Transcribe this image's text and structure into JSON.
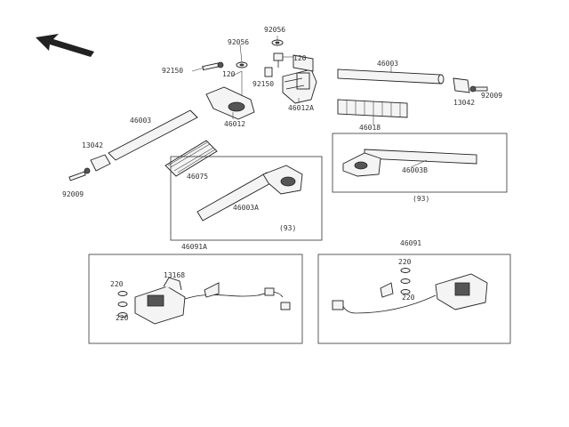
{
  "diagram": {
    "arrow_icon": "arrow-up-left-icon",
    "labels": {
      "p92056_top": "92056",
      "p92056_a": "92056",
      "p92150_a": "92150",
      "p120_a": "120",
      "p120_b": "120",
      "p92150_b": "92150",
      "p46012": "46012",
      "p46012A": "46012A",
      "p46003": "46003",
      "p13042_left": "13042",
      "p92009_left": "92009",
      "p46075": "46075",
      "p46003A": "46003A",
      "p93_mid": "(93)",
      "p46003_top": "46003",
      "p92009_right": "92009",
      "p13042_right": "13042",
      "p46018": "46018",
      "p46003B": "46003B",
      "p93_right": "(93)",
      "p46091A": "46091A",
      "p13168": "13168",
      "p220_l1": "220",
      "p220_l2": "220",
      "p46091": "46091",
      "p220_r1": "220",
      "p220_r2": "220"
    }
  }
}
